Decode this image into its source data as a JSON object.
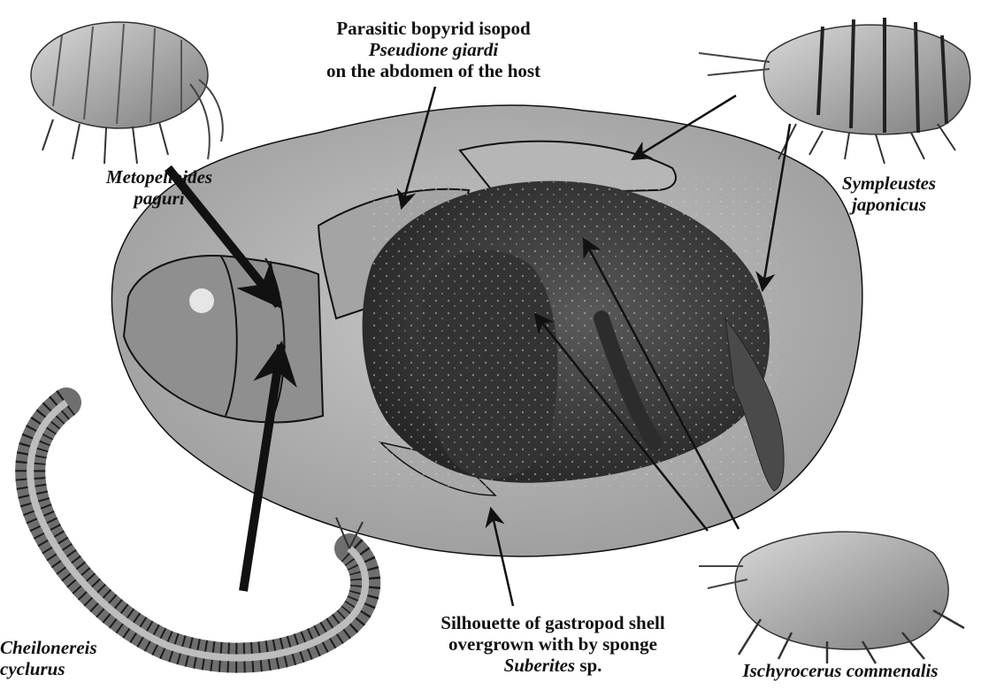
{
  "labels": {
    "parasite": {
      "line1": "Parasitic bopyrid isopod",
      "line2": "Pseudione giardi",
      "line3": "on the abdomen of the host"
    },
    "metopelloides": {
      "line1": "Metopelloides",
      "line2": "paguri"
    },
    "sympleustes": {
      "line1": "Sympleustes",
      "line2": "japonicus"
    },
    "cheilonereis": {
      "line1": "Cheilonereis",
      "line2": "cyclurus"
    },
    "silhouette": {
      "line1": "Silhouette of gastropod shell",
      "line2": "overgrown with by sponge",
      "line3_italic": "Suberites",
      "line3_rest": " sp."
    },
    "ischyrocerus": {
      "line1": "Ischyrocerus commenalis"
    }
  },
  "colors": {
    "sponge": "#b3b3b3",
    "shell": "#9a9a9a",
    "crab": "#3f3f3f",
    "outline": "#111111",
    "arrow": "#111111"
  },
  "icons": {
    "amphipod_top_left": "amphipod-icon",
    "amphipod_top_right": "amphipod-icon",
    "amphipod_bottom_right": "amphipod-icon",
    "polychaete": "worm-icon",
    "hermit_crab": "hermit-crab-icon"
  }
}
